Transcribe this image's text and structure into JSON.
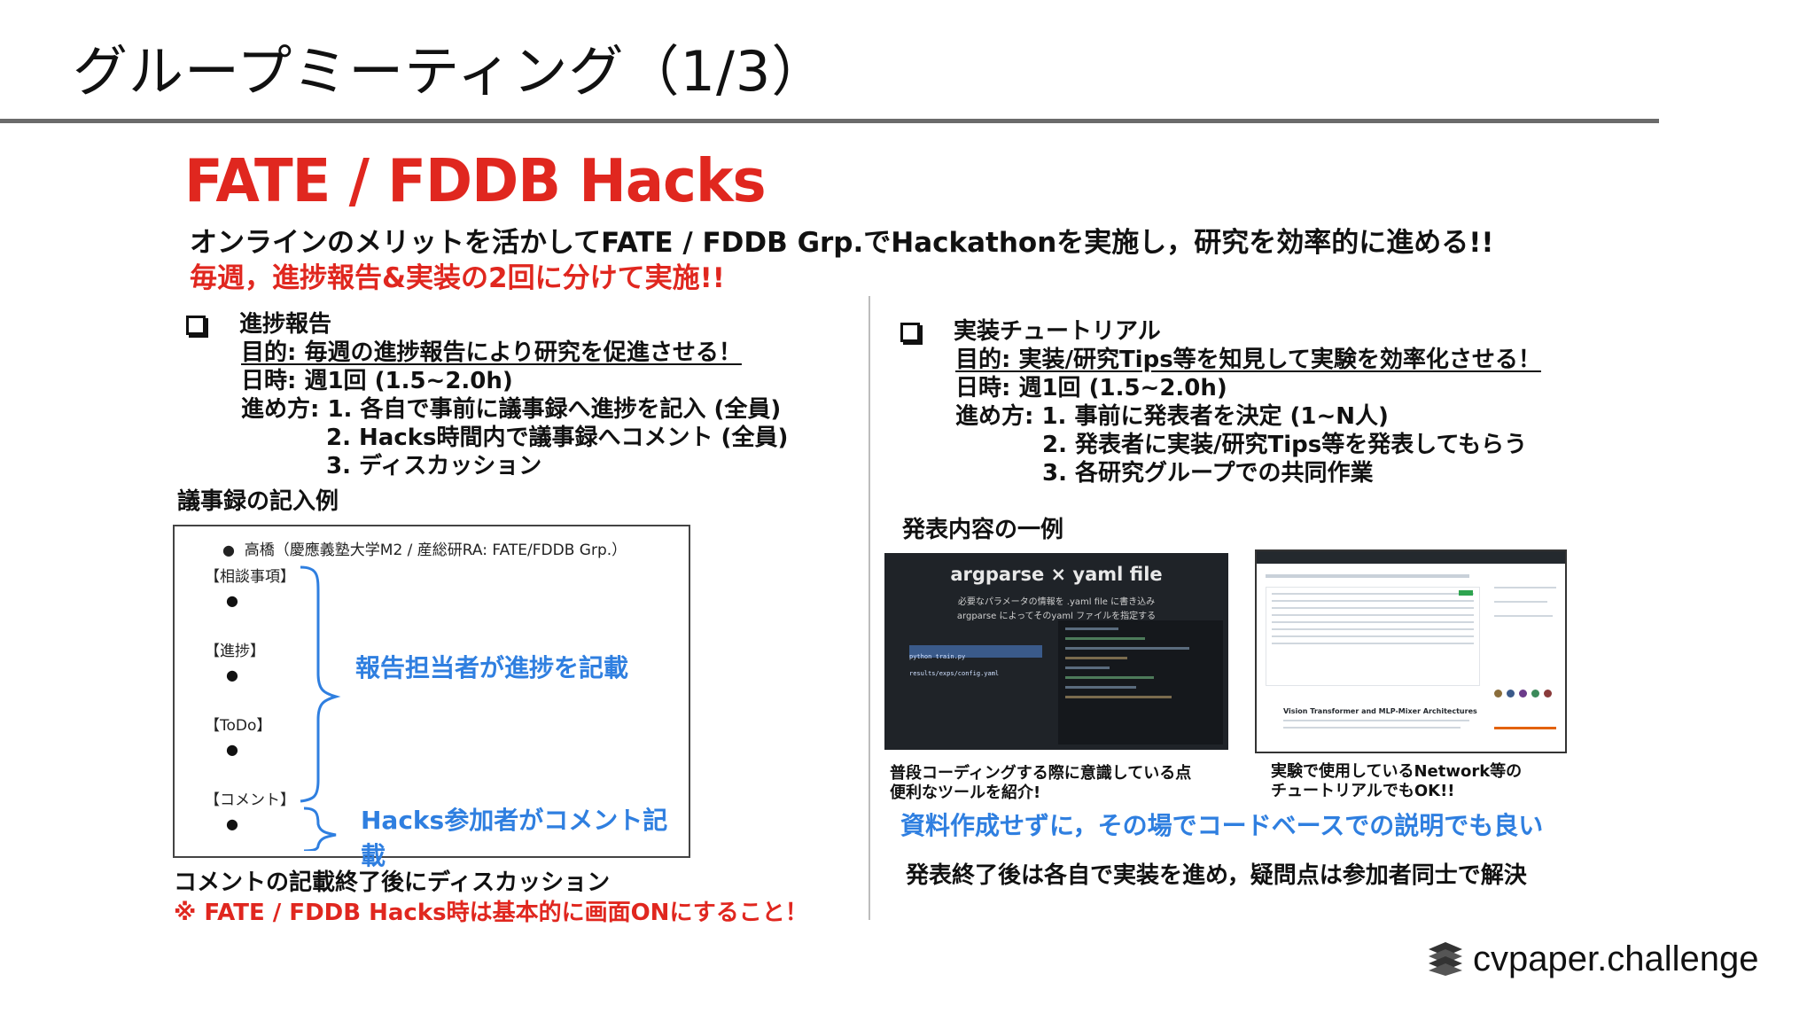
{
  "slide": {
    "title": "グループミーティング（1/3）",
    "heading": "FATE / FDDB Hacks",
    "lead": "オンラインのメリットを活かしてFATE / FDDB Grp.でHackathonを実施し，研究を効率的に進める!!",
    "lead_red": "毎週，進捗報告&実装の2回に分けて実施!!"
  },
  "left": {
    "section_title": "進捗報告",
    "purpose": "目的: 毎週の進捗報告により研究を促進させる！",
    "schedule": "日時: 週1回 (1.5~2.0h)",
    "method_1": "進め方: 1. 各自で事前に議事録へ進捗を記入 (全員)",
    "method_2": "2. Hacks時間内で議事録へコメント (全員)",
    "method_3": "3. ディスカッション",
    "example_title": "議事録の記入例",
    "example": {
      "header": "高橋（慶應義塾大学M2 / 産総研RA: FATE/FDDB Grp.）",
      "bracket_1": "【相談事項】",
      "bracket_2": "【進捗】",
      "bracket_3": "【ToDo】",
      "bracket_4": "【コメント】",
      "blue_1": "報告担当者が進捗を記載",
      "blue_2": "Hacks参加者がコメント記載"
    },
    "after": "コメントの記載終了後にディスカッション",
    "note_red": "※ FATE / FDDB Hacks時は基本的に画面ONにすること！"
  },
  "right": {
    "section_title": "実装チュートリアル",
    "purpose": "目的: 実装/研究Tips等を知見して実験を効率化させる！",
    "schedule": "日時: 週1回 (1.5~2.0h)",
    "method_1": "進め方: 1. 事前に発表者を決定 (1~N人)",
    "method_2": "2. 発表者に実装/研究Tips等を発表してもらう",
    "method_3": "3. 各研究グループでの共同作業",
    "example_title": "発表内容の一例",
    "screenshot_left": {
      "title": "argparse × yaml file",
      "line_1": "必要なパラメータの情報を .yaml file に書き込み",
      "line_2": "argparse によってそのyaml ファイルを指定する",
      "command": "python train.py results/exps/config.yaml"
    },
    "screenshot_right": {
      "repo_heading": "Vision Transformer and MLP-Mixer Architectures"
    },
    "caption_left_1": "普段コーディングする際に意識している点",
    "caption_left_2": "便利なツールを紹介!",
    "caption_right_1": "実験で使用しているNetwork等の",
    "caption_right_2": "チュートリアルでもOK!!",
    "blue_line": "資料作成せずに，その場でコードベースでの説明でも良い",
    "closing": "発表終了後は各自で実装を進め，疑問点は参加者同士で解決"
  },
  "brand": "cvpaper.challenge",
  "colors": {
    "red": "#e0271f",
    "blue": "#2f7fe0",
    "rule": "#6b6b6b"
  }
}
